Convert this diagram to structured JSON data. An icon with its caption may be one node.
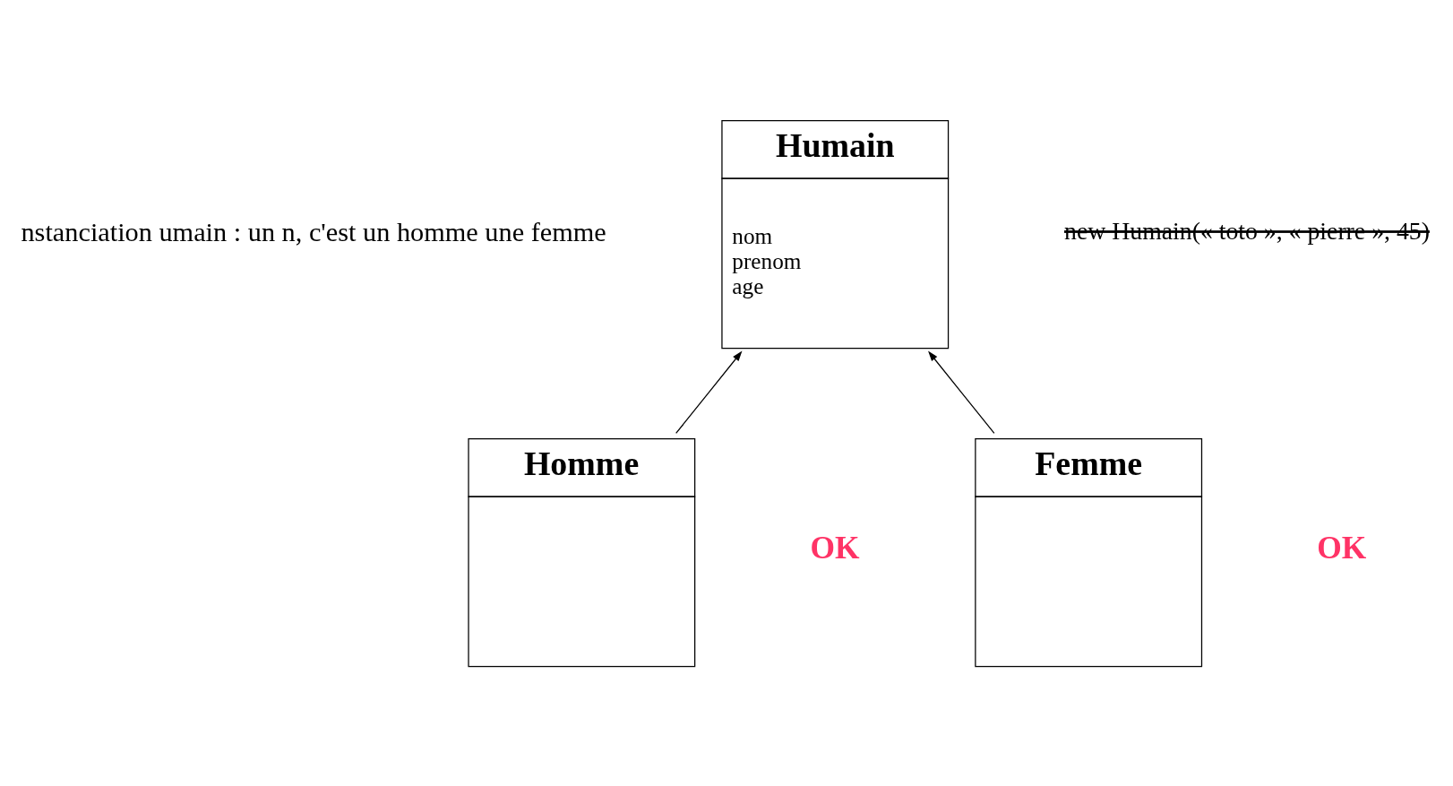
{
  "diagram": {
    "nodes": [
      {
        "text": [
          "Humain",
          "nom",
          "prenom",
          "age"
        ]
      },
      {
        "text": [
          "Homme"
        ]
      },
      {
        "text": [
          "Femme"
        ]
      }
    ],
    "edges": [
      {
        "from": 1,
        "to": 0,
        "arrow": "to"
      },
      {
        "from": 2,
        "to": 0,
        "arrow": "to"
      }
    ],
    "labels": [
      "nstanciation umain : un n, c'est un homme une femme",
      "new Humain(« toto », « pierre », 45)",
      "OK",
      "OK"
    ]
  }
}
